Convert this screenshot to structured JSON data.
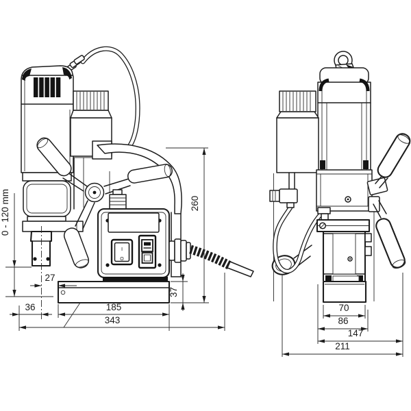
{
  "colors": {
    "ink": "#1d1d1d",
    "dim_ink": "#2a2a2a",
    "background": "#ffffff",
    "dark_fill": "#141414"
  },
  "front_view": {
    "dimensions": {
      "stroke_range": "0 - 120 mm",
      "height": "260",
      "axis_to_base_front": "27",
      "base_height": "37",
      "front_to_axis": "36",
      "base_length": "185",
      "overall_length": "343"
    },
    "control_panel": {
      "switch_on_mark": "I",
      "switch_off_mark": "O"
    }
  },
  "side_view": {
    "dimensions": {
      "base_width": "70",
      "flange_width": "86",
      "body_width": "147",
      "overall_width": "211"
    }
  }
}
